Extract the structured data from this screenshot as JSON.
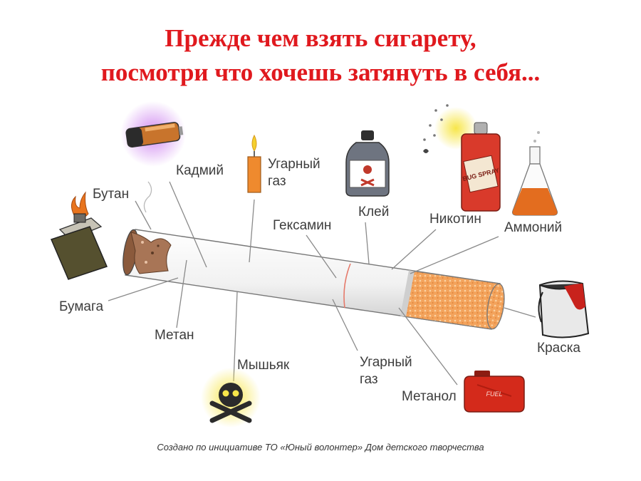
{
  "title_line1": "Прежде чем взять сигарету,",
  "title_line2": "посмотри что хочешь затянуть в себя...",
  "labels": {
    "butan": "Бутан",
    "kadmiy": "Кадмий",
    "ugarny_top_1": "Угарный",
    "ugarny_top_2": "газ",
    "geksamin": "Гексамин",
    "kley": "Клей",
    "nikotin": "Никотин",
    "ammoniy": "Аммоний",
    "bumaga": "Бумага",
    "metan": "Метан",
    "myshyak": "Мышьяк",
    "ugarny_bottom_1": "Угарный",
    "ugarny_bottom_2": "газ",
    "metanol": "Метанол",
    "kraska": "Краска"
  },
  "spray_can_text": "BUG SPRAY",
  "fuel_can_text": "FUEL",
  "footer": "Создано по инициативе ТО «Юный волонтер» Дом детского творчества",
  "colors": {
    "title": "#e0191e",
    "label": "#3d3d3d",
    "filter": "#f0a15a",
    "paper": "#f2f2f2",
    "leader": "#8a8a8a"
  }
}
